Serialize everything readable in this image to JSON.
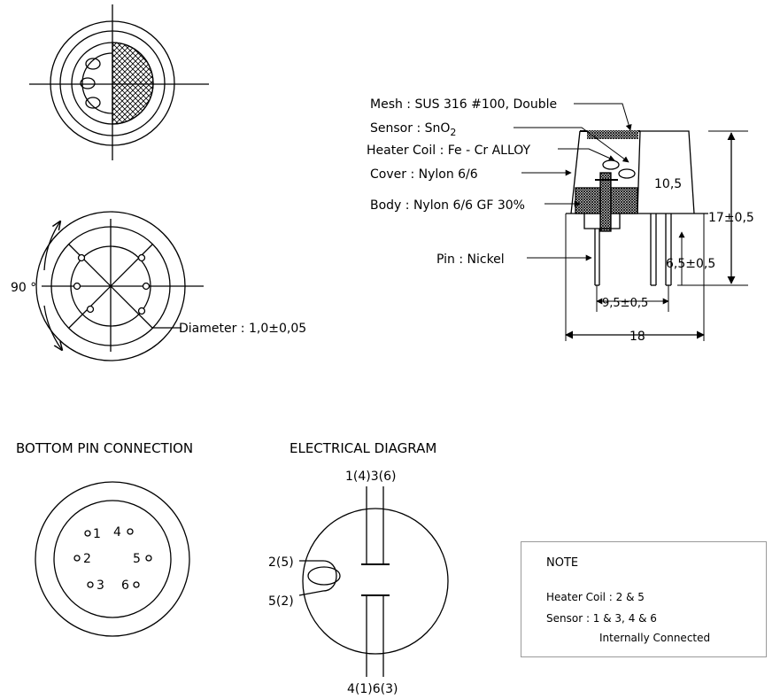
{
  "top_view": {},
  "angle_view": {
    "angle_label": "90 °",
    "diameter_label": "Diameter : 1,0±0,05"
  },
  "side_view": {
    "mesh_label": "Mesh : SUS 316 #100, Double",
    "sensor_label_prefix": "Sensor : SnO",
    "sensor_label_sub": "2",
    "heater_label": "Heater Coil : Fe - Cr ALLOY",
    "cover_label": "Cover : Nylon 6/6",
    "body_label": "Body : Nylon 6/6 GF 30%",
    "pin_label": "Pin : Nickel",
    "dim_height_inner": "10,5",
    "dim_height_total": "17±0,5",
    "dim_pin_length": "6,5±0,5",
    "dim_pin_spacing": "9,5±0,5",
    "dim_width": "18"
  },
  "bottom_pin": {
    "title": "BOTTOM PIN CONNECTION",
    "pins": [
      "1",
      "4",
      "2",
      "5",
      "3",
      "6"
    ]
  },
  "electrical": {
    "title": "ELECTRICAL DIAGRAM",
    "top_label": "1(4)3(6)",
    "bottom_label": "4(1)6(3)",
    "coil_top_label": "2(5)",
    "coil_bottom_label": "5(2)"
  },
  "note": {
    "title": "NOTE",
    "heater_line": "Heater Coil : 2 & 5",
    "sensor_line": "Sensor : 1 & 3, 4 & 6",
    "connected_line": "Internally Connected"
  }
}
